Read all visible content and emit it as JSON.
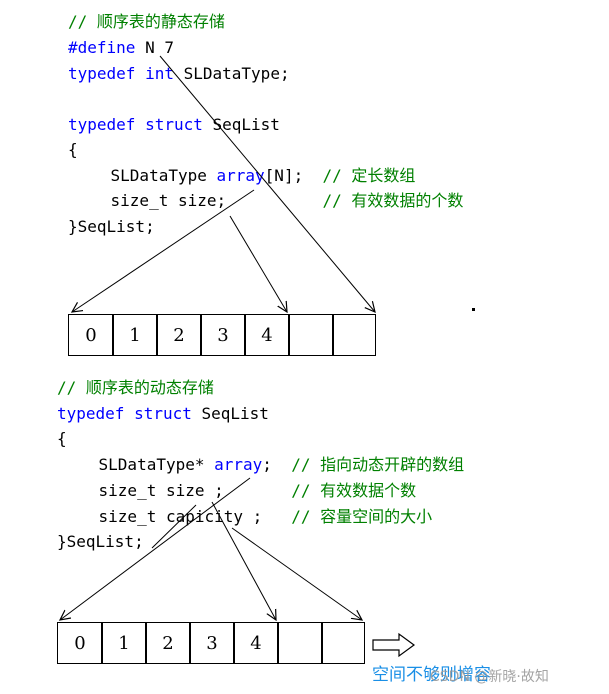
{
  "static_section": {
    "comment": "// 顺序表的静态存储",
    "define": {
      "kw": "#define",
      "text": " N 7"
    },
    "typedef1": {
      "kw1": "typedef",
      "sp": " ",
      "kw2": "int",
      "text": " SLDataType;"
    },
    "typedef2": {
      "kw1": "typedef",
      "sp": " ",
      "kw2": "struct",
      "text": " SeqList"
    },
    "open_brace": "{",
    "member1": {
      "pre": "    SLDataType ",
      "kw": "array",
      "post": "[N];  ",
      "comment": "// 定长数组"
    },
    "member2": {
      "pre": "    size_t size;          ",
      "comment": "// 有效数据的个数"
    },
    "close": "}SeqList;",
    "cells": [
      "0",
      "1",
      "2",
      "3",
      "4",
      "",
      ""
    ]
  },
  "dynamic_section": {
    "comment": "// 顺序表的动态存储",
    "typedef": {
      "kw1": "typedef",
      "sp": " ",
      "kw2": "struct",
      "text": " SeqList"
    },
    "open_brace": "{",
    "member1": {
      "pre": "    SLDataType* ",
      "kw": "array",
      "post": ";  ",
      "comment": "// 指向动态开辟的数组"
    },
    "member2": {
      "pre": "    size_t size ;       ",
      "comment": "// 有效数据个数"
    },
    "member3": {
      "pre": "    size_t capicity ;   ",
      "comment": "// 容量空间的大小"
    },
    "close": "}SeqList;",
    "cells": [
      "0",
      "1",
      "2",
      "3",
      "4",
      "",
      ""
    ],
    "note": "空间不够则增容"
  },
  "watermark": "CSDN @新晓·故知",
  "colors": {
    "keyword": "#0000ff",
    "comment": "#008000",
    "note": "#1a8fe6",
    "text": "#000000"
  }
}
